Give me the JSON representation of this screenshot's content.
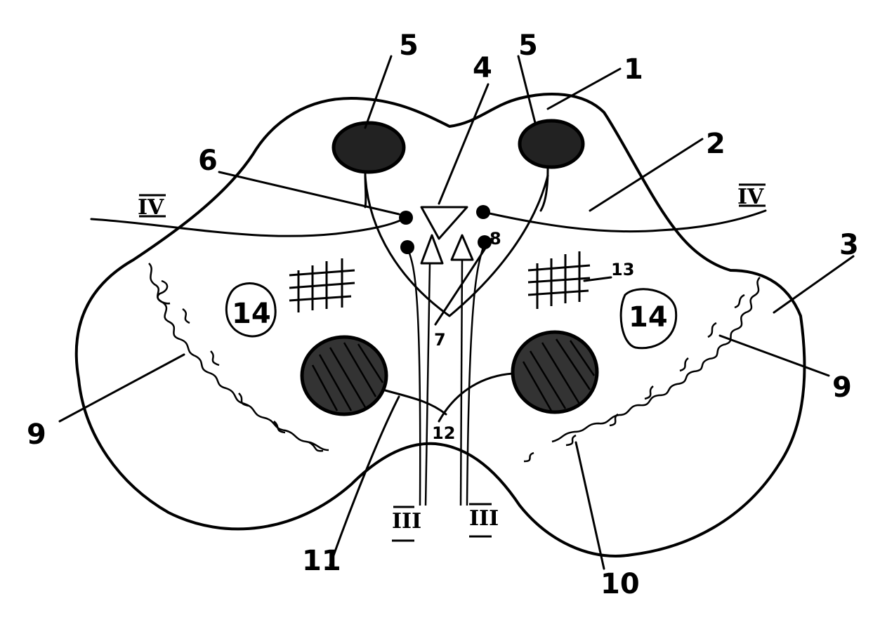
{
  "labels": {
    "n1": "1",
    "n2": "2",
    "n3": "3",
    "n4": "4",
    "n5_left": "5",
    "n5_right": "5",
    "n6": "6",
    "n7": "7",
    "n8": "8",
    "n9_left": "9",
    "n9_right": "9",
    "n10": "10",
    "n11": "11",
    "n12": "12",
    "n13": "13",
    "n14_left": "14",
    "n14_right": "14"
  },
  "roman": {
    "iv_left": "IV",
    "iv_right": "IV",
    "iii_left": "III",
    "iii_right": "III"
  },
  "colors": {
    "ink": "#000000",
    "paper": "#ffffff"
  }
}
